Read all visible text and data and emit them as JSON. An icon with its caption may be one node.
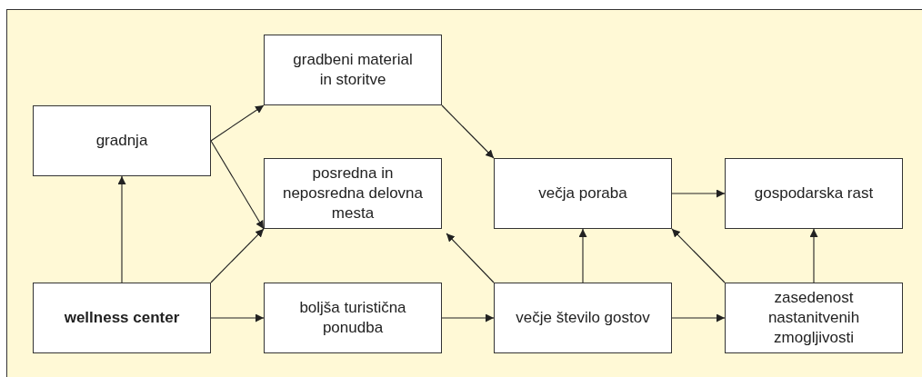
{
  "diagram": {
    "nodes": [
      {
        "text": [
          "gradbeni material in storitve"
        ]
      },
      {
        "text": [
          "gradnja"
        ]
      },
      {
        "text": [
          "posredna in neposredna delovna mesta"
        ]
      },
      {
        "text": [
          "večja poraba"
        ]
      },
      {
        "text": [
          "gospodarska rast"
        ]
      },
      {
        "text": [
          "wellness center"
        ]
      },
      {
        "text": [
          "boljša turistična ponudba"
        ]
      },
      {
        "text": [
          "večje število gostov"
        ]
      },
      {
        "text": [
          "zasedenost nastanitvenih zmogljivosti"
        ]
      }
    ],
    "edges": [
      {
        "from": 5,
        "to": 1,
        "arrow": "to"
      },
      {
        "from": 1,
        "to": 0,
        "arrow": "to"
      },
      {
        "from": 1,
        "to": 2,
        "arrow": "to"
      },
      {
        "from": 5,
        "to": 2,
        "arrow": "to"
      },
      {
        "from": 5,
        "to": 6,
        "arrow": "to"
      },
      {
        "from": 0,
        "to": 3,
        "arrow": "to"
      },
      {
        "from": 6,
        "to": 7,
        "arrow": "to"
      },
      {
        "from": 7,
        "to": 2,
        "arrow": "to"
      },
      {
        "from": 7,
        "to": 3,
        "arrow": "to"
      },
      {
        "from": 7,
        "to": 8,
        "arrow": "to"
      },
      {
        "from": 8,
        "to": 3,
        "arrow": "to"
      },
      {
        "from": 3,
        "to": 4,
        "arrow": "to"
      },
      {
        "from": 8,
        "to": 4,
        "arrow": "to"
      }
    ]
  }
}
